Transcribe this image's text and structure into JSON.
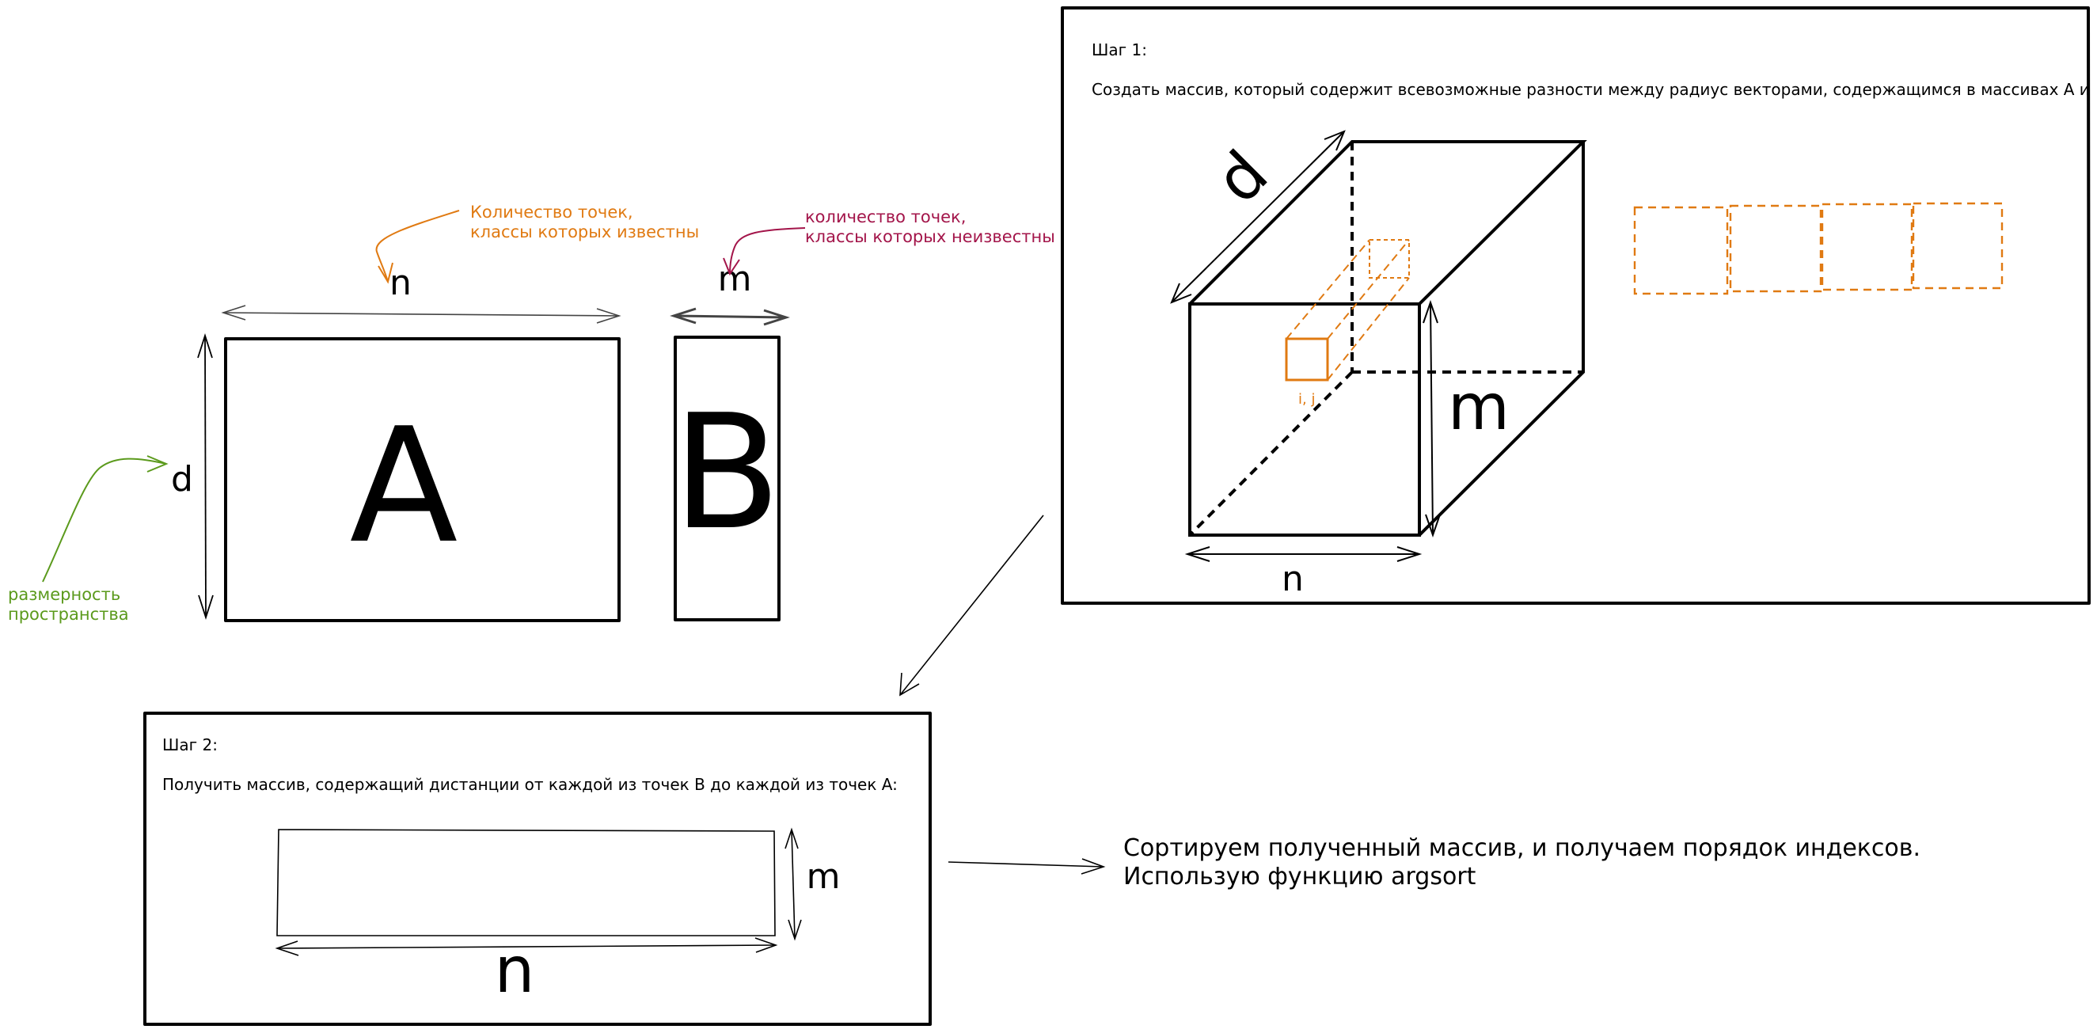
{
  "colors": {
    "ink": "#000000",
    "orange": "#e07a12",
    "crimson": "#a3154a",
    "green": "#5b9a1c",
    "gray": "#444444"
  },
  "matrices": {
    "a_label": "A",
    "b_label": "B",
    "a_width_label": "n",
    "b_width_label": "m",
    "a_height_label": "d"
  },
  "annotations": {
    "known": [
      "Количество точек,",
      "классы которых известны"
    ],
    "unknown": [
      "количество точек,",
      "классы которых неизвестны"
    ],
    "dimension": [
      "размерность",
      "пространства"
    ]
  },
  "step1": {
    "title": "Шаг 1:",
    "text": "Создать массив, который содержит всевозможные разности между радиус векторами, содержащимся в массивах A и B",
    "depth_label": "d",
    "height_label": "m",
    "width_label": "n",
    "cell_label": "i, j"
  },
  "step2": {
    "title": "Шаг 2:",
    "text": "Получить массив, содержащий дистанции от каждой из точек B до каждой из точек A:",
    "height_label": "m",
    "width_label": "n"
  },
  "result": {
    "line1": "Сортируем полученный массив, и получаем порядок индексов.",
    "line2": "Использую функцию argsort"
  }
}
